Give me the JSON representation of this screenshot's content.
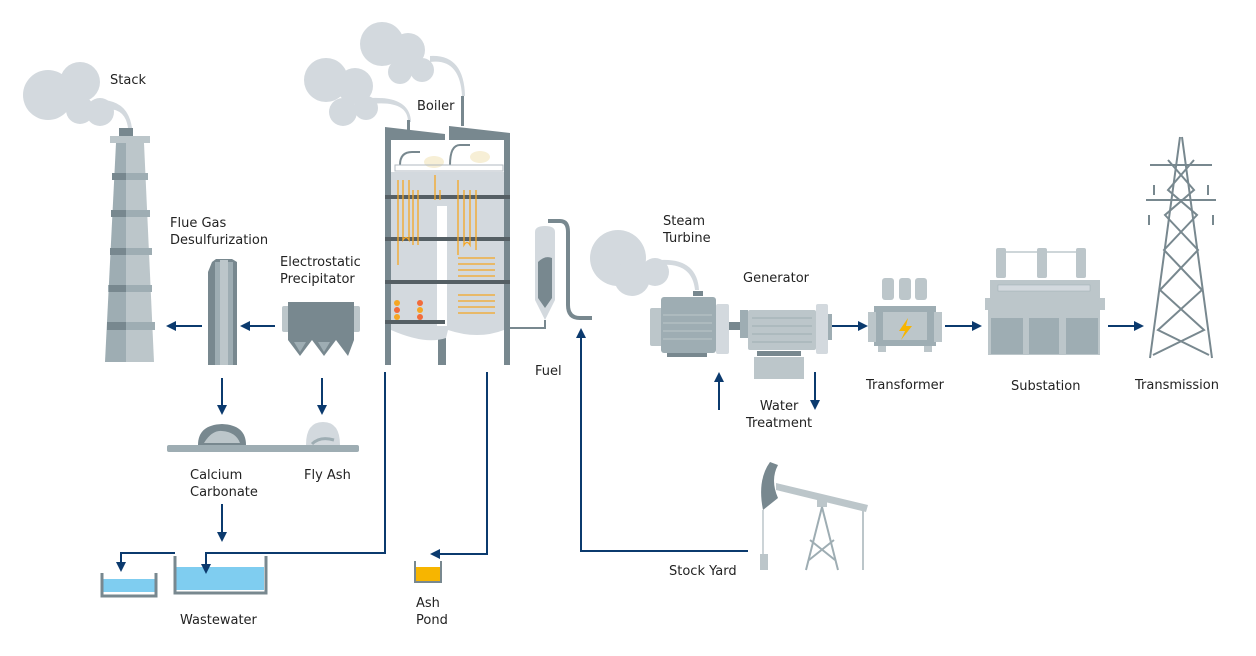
{
  "title": "Coal Power Plant Process Flow",
  "colors": {
    "flow_arrow": "#0b3a6e",
    "equipment_dark": "#78888f",
    "equipment_mid": "#9eadb3",
    "equipment_light": "#bcc6ca",
    "smoke": "#d3d9de",
    "water": "#7fcdf0",
    "ash": "#f7b500",
    "tubing": "#f5a623"
  },
  "labels": {
    "stack": "Stack",
    "boiler": "Boiler",
    "flue_gas": "Flue Gas\nDesulfurization",
    "precipitator": "Electrostatic\nPrecipitator",
    "fuel": "Fuel",
    "steam_turbine": "Steam\nTurbine",
    "generator": "Generator",
    "water_treatment": "Water\nTreatment",
    "transformer": "Transformer",
    "substation": "Substation",
    "transmission": "Transmission",
    "calcium_carbonate": "Calcium\nCarbonate",
    "fly_ash": "Fly Ash",
    "wastewater": "Wastewater",
    "ash_pond": "Ash\nPond",
    "stock_yard": "Stock Yard"
  },
  "flows": [
    {
      "from": "Electrostatic Precipitator",
      "to": "Flue Gas Desulfurization"
    },
    {
      "from": "Flue Gas Desulfurization",
      "to": "Stack"
    },
    {
      "from": "Flue Gas Desulfurization",
      "to": "Calcium Carbonate"
    },
    {
      "from": "Electrostatic Precipitator",
      "to": "Fly Ash"
    },
    {
      "from": "Calcium Carbonate",
      "to": "Wastewater"
    },
    {
      "from": "Boiler",
      "to": "Wastewater"
    },
    {
      "from": "Wastewater",
      "to": "Wastewater (secondary)"
    },
    {
      "from": "Boiler",
      "to": "Ash Pond"
    },
    {
      "from": "Stock Yard",
      "to": "Fuel"
    },
    {
      "from": "Water Treatment",
      "to": "Steam Turbine"
    },
    {
      "from": "Generator",
      "to": "Water Treatment"
    },
    {
      "from": "Generator",
      "to": "Transformer"
    },
    {
      "from": "Transformer",
      "to": "Substation"
    },
    {
      "from": "Substation",
      "to": "Transmission"
    }
  ]
}
